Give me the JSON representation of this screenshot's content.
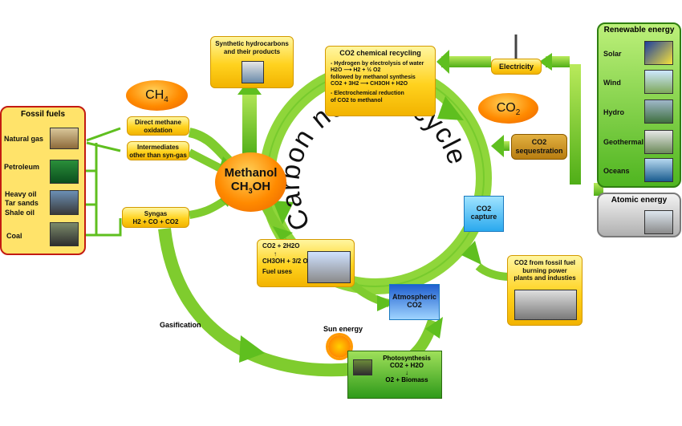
{
  "center": {
    "line1": "Carbon neutral",
    "line2": "cycle"
  },
  "fossil": {
    "title": "Fossil fuels",
    "items": [
      "Natural gas",
      "Petroleum",
      "Heavy oil",
      "Tar sands",
      "Shale oil",
      "Coal"
    ]
  },
  "renewable": {
    "title": "Renewable energy",
    "items": [
      "Solar",
      "Wind",
      "Hydro",
      "Geothermal",
      "Oceans"
    ]
  },
  "atomic": {
    "title": "Atomic energy"
  },
  "ch4": "CH",
  "ch4_sub": "4",
  "co2_oval": {
    "text": "CO",
    "sub": "2"
  },
  "methanol": {
    "line1": "Methanol",
    "line2": "CH",
    "sub": "3",
    "line2b": "OH"
  },
  "direct": {
    "line1": "Direct methane",
    "line2": "oxidation"
  },
  "intermediates": {
    "line1": "Intermediates",
    "line2": "other than syn-gas"
  },
  "syngas": {
    "line1": "Syngas",
    "line2": "H2 + CO + CO2"
  },
  "synthetic": {
    "line1": "Synthetic hydrocarbons",
    "line2": "and their products"
  },
  "recycling": {
    "title": "CO2 chemical recycling",
    "l1": "- Hydrogen by electrolysis of water",
    "l2": "H2O ⟶ H2 + ½ O2",
    "l3": "followed by methanol synthesis",
    "l4": "CO2 + 3H2 ⟶ CH3OH + H2O",
    "l5": "- Electrochemical reduction",
    "l6": "of CO2 to methanol"
  },
  "electricity": "Electricity",
  "sequestration": {
    "line1": "CO2",
    "line2": "sequestration"
  },
  "capture": {
    "line1": "CO2",
    "line2": "capture"
  },
  "fuel_uses": {
    "l1": "CO2 + 2H2O",
    "l2": "↑",
    "l3": "CH3OH + 3/2 O2",
    "label": "Fuel uses"
  },
  "atmospheric": {
    "line1": "Atmospheric",
    "line2": "CO2"
  },
  "fossil_co2": {
    "l1": "CO2 from fossil fuel",
    "l2": "burning power",
    "l3": "plants and industies"
  },
  "gasification": "Gasification",
  "sun_energy": "Sun energy",
  "photosynthesis": {
    "l1": "Photosynthesis",
    "l2": "CO2 + H2O",
    "l3": "↓",
    "l4": "O2 + Biomass"
  },
  "colors": {
    "green": "#5fbf1f",
    "yellow": "#ffd21e",
    "orange": "#ff8a00",
    "blue": "#2aa9ee"
  }
}
